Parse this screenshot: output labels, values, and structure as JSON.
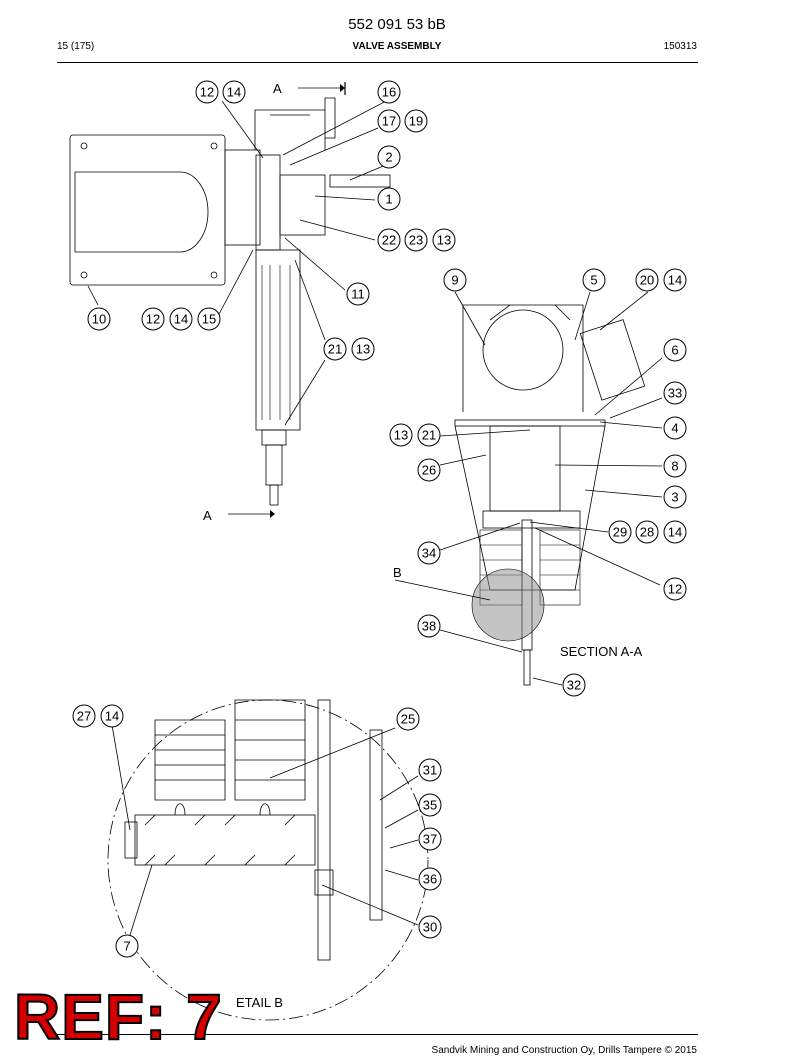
{
  "header": {
    "doc_number": "552 091 53 bB",
    "page_ref": "15 (175)",
    "title": "VALVE ASSEMBLY",
    "date_code": "150313"
  },
  "section_labels": {
    "a_top": "A",
    "a_bottom": "A",
    "b": "B",
    "section_aa": "SECTION A-A",
    "detail_b": "ETAIL B"
  },
  "callouts": [
    "12",
    "14",
    "16",
    "17",
    "19",
    "2",
    "1",
    "22",
    "23",
    "13",
    "11",
    "10",
    "12",
    "14",
    "15",
    "21",
    "13",
    "9",
    "5",
    "20",
    "14",
    "6",
    "33",
    "4",
    "13",
    "21",
    "8",
    "26",
    "3",
    "29",
    "28",
    "14",
    "34",
    "12",
    "38",
    "32",
    "27",
    "14",
    "25",
    "31",
    "35",
    "37",
    "36",
    "30",
    "7"
  ],
  "stamp": "REF: 7",
  "footer": {
    "copyright": "Sandvik Mining and Construction Oy, Drills Tampere © 2015"
  }
}
